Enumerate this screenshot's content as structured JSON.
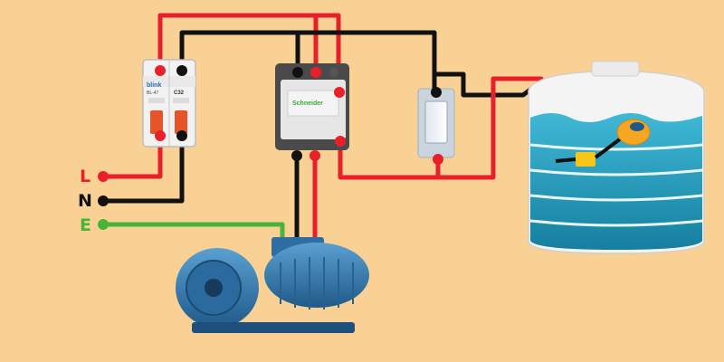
{
  "terminals": {
    "line": {
      "label": "L",
      "color": "#e8202a"
    },
    "neutral": {
      "label": "N",
      "color": "#111111"
    },
    "earth": {
      "label": "E",
      "color": "#49b43a"
    }
  },
  "breaker": {
    "brand": "blink",
    "model": "BL-47",
    "rating": "C32",
    "rating_small": "C32",
    "body_color": "#f2f2f2",
    "lever_color": "#e8542a"
  },
  "contactor": {
    "brand": "Schneider",
    "body_color": "#e6e6e6",
    "face_color": "#4a4a4a"
  },
  "float_switch": {
    "body_color": "#f5a623"
  },
  "wire_colors": {
    "red": "#e8202a",
    "black": "#111111",
    "green": "#49b43a"
  },
  "tank": {
    "water_color": "#1f9fc2",
    "shell_color": "#f4f4f4"
  },
  "pump": {
    "body_color": "#3a7fb5"
  }
}
